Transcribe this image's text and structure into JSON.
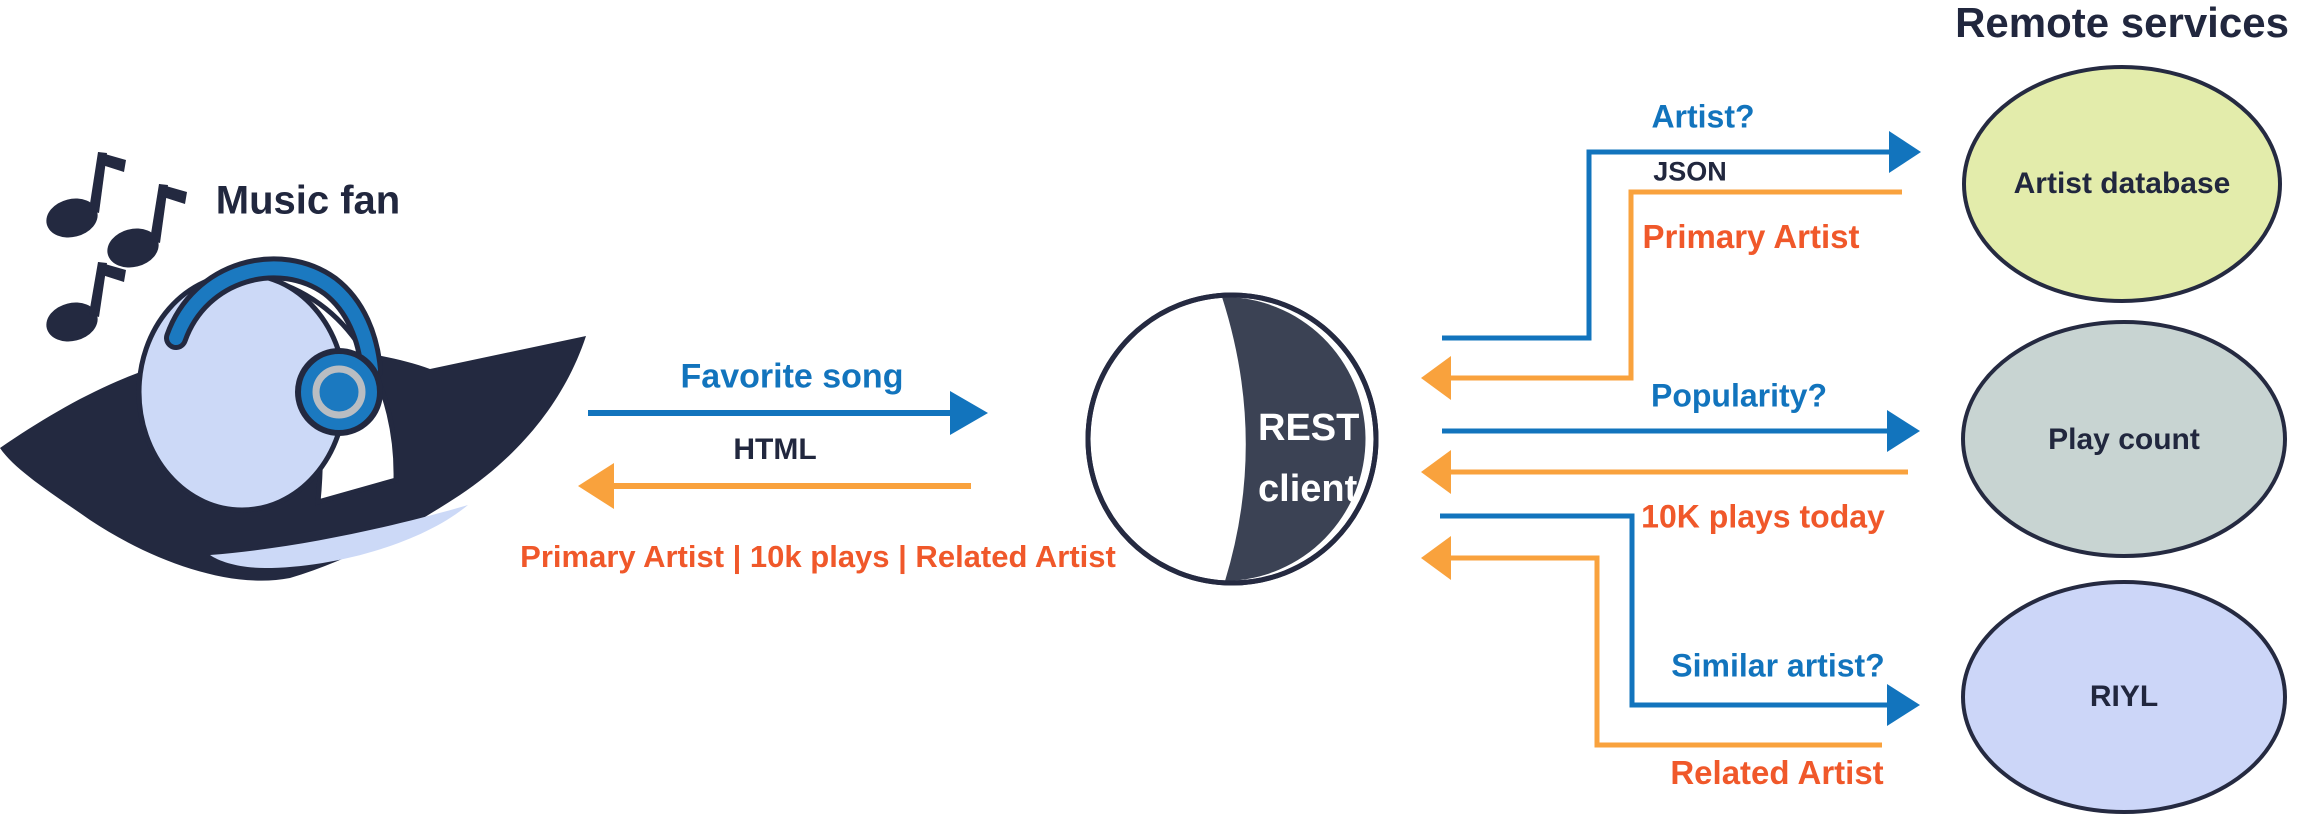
{
  "music_fan": {
    "label": "Music fan"
  },
  "client": {
    "line1": "REST",
    "line2": "client"
  },
  "remote_services_title": "Remote services",
  "fan_flow": {
    "request": "Favorite song",
    "format": "HTML",
    "response": "Primary Artist | 10k plays | Related Artist"
  },
  "services": [
    {
      "name": "Artist database",
      "request": "Artist?",
      "format": "JSON",
      "response": "Primary Artist"
    },
    {
      "name": "Play count",
      "request": "Popularity?",
      "response": "10K plays today"
    },
    {
      "name": "RIYL",
      "request": "Similar artist?",
      "response": "Related Artist"
    }
  ],
  "icons": {
    "music_note": "eighth-note",
    "headphones": "headphones"
  },
  "colors": {
    "request_blue": "#1274bd",
    "response_orange": "#f9a23d",
    "label_orange": "#f0582a",
    "navy": "#21273e",
    "client_slate": "#3b4254",
    "artist_database_fill": "#e3ecab",
    "play_count_fill": "#c8d4d2",
    "riyl_fill": "#ccd6f8",
    "head_fill": "#ccd9f7",
    "headphone_blue": "#1b79c0"
  }
}
